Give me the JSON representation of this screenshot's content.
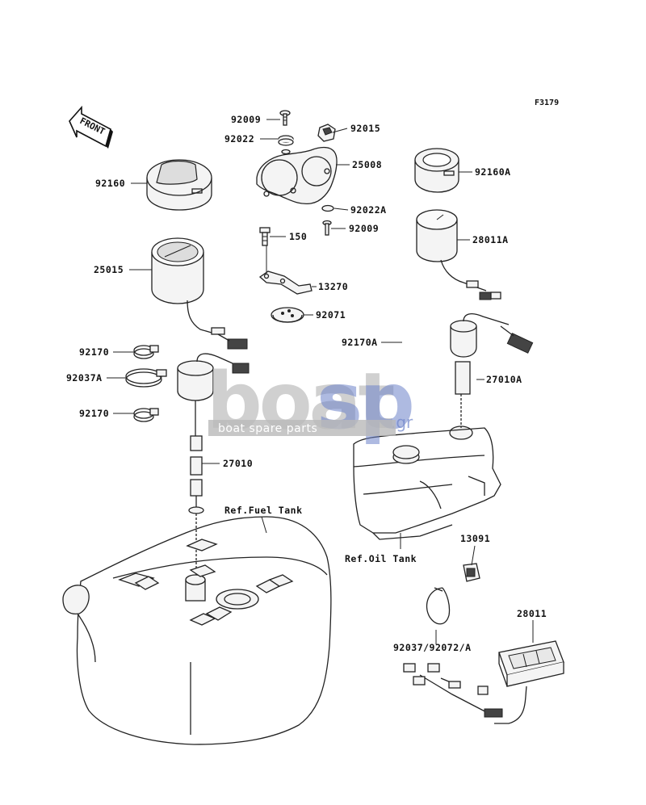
{
  "figure_code": "F3179",
  "front_label": "FRONT",
  "watermark": {
    "brand_left": "boat",
    "brand_right": "sp",
    "suffix": ".gr",
    "tagline": "boat spare parts"
  },
  "parts": [
    {
      "id": "p92009a",
      "label": "92009"
    },
    {
      "id": "p92015",
      "label": "92015"
    },
    {
      "id": "p92022",
      "label": "92022"
    },
    {
      "id": "p25008",
      "label": "25008"
    },
    {
      "id": "p92160",
      "label": "92160"
    },
    {
      "id": "p92160A",
      "label": "92160A"
    },
    {
      "id": "p92022A",
      "label": "92022A"
    },
    {
      "id": "p92009b",
      "label": "92009"
    },
    {
      "id": "p150",
      "label": "150"
    },
    {
      "id": "p28011A",
      "label": "28011A"
    },
    {
      "id": "p25015",
      "label": "25015"
    },
    {
      "id": "p13270",
      "label": "13270"
    },
    {
      "id": "p92071",
      "label": "92071"
    },
    {
      "id": "p92170A",
      "label": "92170A"
    },
    {
      "id": "p92170a",
      "label": "92170"
    },
    {
      "id": "p92037A",
      "label": "92037A"
    },
    {
      "id": "p27010A",
      "label": "27010A"
    },
    {
      "id": "p92170b",
      "label": "92170"
    },
    {
      "id": "p27010",
      "label": "27010"
    },
    {
      "id": "refFuel",
      "label": "Ref.Fuel Tank"
    },
    {
      "id": "refOil",
      "label": "Ref.Oil Tank"
    },
    {
      "id": "p13091",
      "label": "13091"
    },
    {
      "id": "p28011",
      "label": "28011"
    },
    {
      "id": "p92037_92072",
      "label": "92037/92072/A"
    }
  ]
}
